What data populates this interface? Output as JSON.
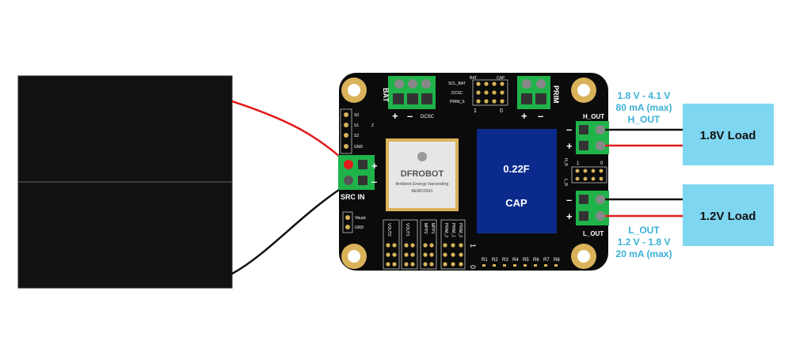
{
  "board": {
    "logo": "DFROBOT",
    "chip_line1": "Ambient Energy Harvesting",
    "chip_line2": "AEM10941",
    "cap_value": "0.22F",
    "cap_label": "CAP",
    "bat_label": "BAT",
    "prim_label": "PRIM",
    "plus": "+",
    "minus": "–",
    "dcsc": "DCSC",
    "src_in": "SRC IN",
    "h_out_pcb": "H_OUT",
    "l_out_pcb": "L_OUT",
    "left_header": [
      "S0",
      "S1",
      "S2",
      "GND"
    ],
    "vbuck_header": [
      "Vbuck",
      "GND"
    ],
    "config_labels": [
      "SCL_BAT",
      "DCSC",
      "PRIM_S"
    ],
    "config_cols": [
      "BAT",
      "CAP"
    ],
    "config_nums": [
      "1",
      "0"
    ],
    "jumper_labels": [
      "VOUT2",
      "VOUT1",
      "MPP2",
      "MPP1",
      "PRIM_2",
      "PRIM_1",
      "PRIM_0"
    ],
    "resistors": [
      "R1",
      "R2",
      "R3",
      "R4",
      "R5",
      "R6",
      "R7",
      "R8"
    ],
    "h_r": "H_R",
    "l_r": "L_R",
    "one": "1",
    "zero": "0",
    "z": "Z"
  },
  "annotations": {
    "h_out": [
      "1.8 V - 4.1 V",
      "80 mA (max)",
      "H_OUT"
    ],
    "l_out": [
      "L_OUT",
      "1.2 V - 1.8 V",
      "20 mA (max)"
    ]
  },
  "loads": {
    "top": "1.8V Load",
    "bottom": "1.2V Load"
  },
  "colors": {
    "pcb": "#0b0b0b",
    "terminal": "#1fb34a",
    "pad_gold": "#d9b25a",
    "cap": "#0b2b8c",
    "annotation": "#3ab0d6",
    "load_box": "#7fd6f0",
    "wire_red": "#e01b1b",
    "wire_black": "#111111"
  }
}
